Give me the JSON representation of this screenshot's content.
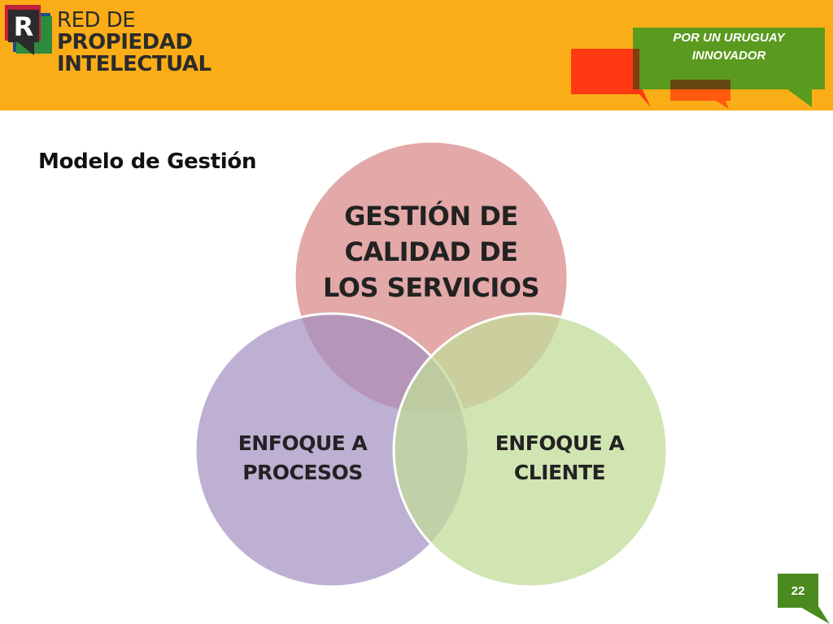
{
  "header": {
    "logo": {
      "mark_letter": "R",
      "line1": "RED DE",
      "line2": "PROPIEDAD",
      "line3": "INTELECTUAL"
    },
    "tagline_line1": "POR UN URUGUAY",
    "tagline_line2": "INNOVADOR",
    "colors": {
      "header_bg": "#fbad18",
      "bubble_green": "#5a9a1e",
      "bubble_red": "#ff3a12",
      "bubble_orange": "#ff5a10"
    }
  },
  "slide": {
    "title": "Modelo de Gestión",
    "page_number": "22"
  },
  "diagram": {
    "type": "venn",
    "circles": [
      {
        "line1": "GESTIÓN DE",
        "line2": "CALIDAD DE",
        "line3": "LOS SERVICIOS",
        "color": "#d98b8b"
      },
      {
        "line1": "ENFOQUE A",
        "line2": "PROCESOS",
        "color": "#a18fc0"
      },
      {
        "line1": "ENFOQUE A",
        "line2": "CLIENTE",
        "color": "#c2dc9a"
      }
    ]
  }
}
